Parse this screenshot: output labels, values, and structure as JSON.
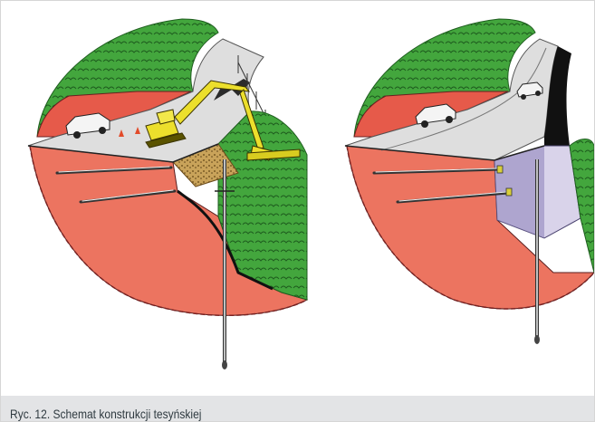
{
  "figure": {
    "caption": "Ryc. 12. Schemat konstrukcji tesyńskiej",
    "panels": [
      {
        "name": "left-panel",
        "subject": "excavator cutting road slope with ground anchors and vertical pile"
      },
      {
        "name": "right-panel",
        "subject": "completed anchored retaining wall with road"
      }
    ],
    "colors": {
      "grass": "#3f9a3a",
      "soil": "#e8735e",
      "road": "#dcdcdc",
      "wall": "#d8d4e8",
      "excavator": "#e8dc2a",
      "caption_bg": "#e3e4e6",
      "caption_text": "#2f3a40"
    }
  }
}
